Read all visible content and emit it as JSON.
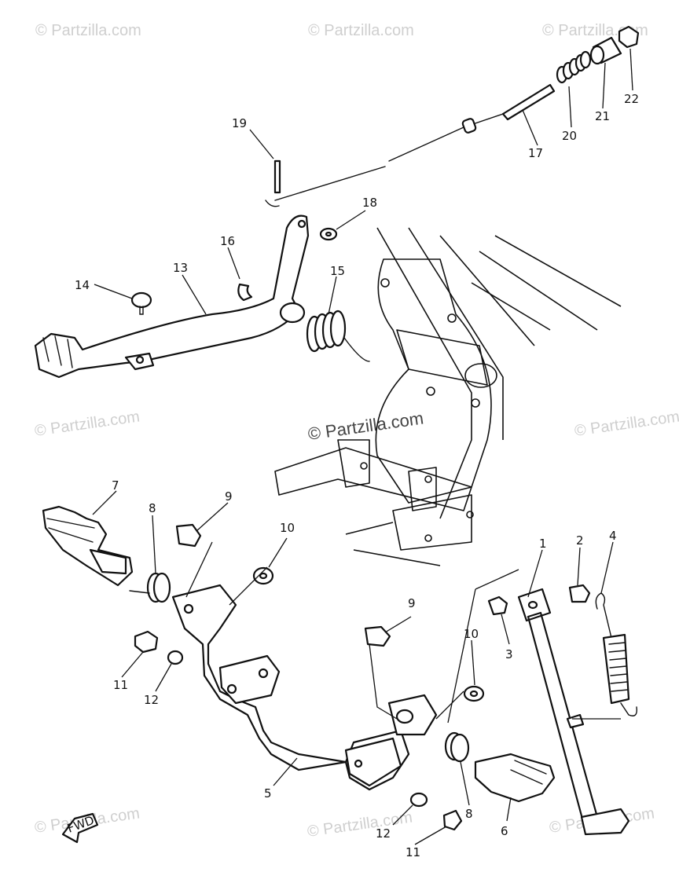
{
  "watermarks": [
    {
      "text": "© Partzilla.com",
      "variant": "corner"
    },
    {
      "text": "© Partzilla.com",
      "variant": "corner"
    },
    {
      "text": "© Partzilla.com",
      "variant": "corner"
    },
    {
      "text": "© Partzilla.com",
      "variant": "corner"
    },
    {
      "text": "© Partzilla.com",
      "variant": "center"
    },
    {
      "text": "© Partzilla.com",
      "variant": "corner"
    },
    {
      "text": "© Partzilla.com",
      "variant": "corner"
    },
    {
      "text": "© Partzilla.com",
      "variant": "corner"
    },
    {
      "text": "© Partzilla.com",
      "variant": "corner"
    }
  ],
  "callouts": [
    {
      "text": "1"
    },
    {
      "text": "2"
    },
    {
      "text": "3"
    },
    {
      "text": "4"
    },
    {
      "text": "5"
    },
    {
      "text": "6"
    },
    {
      "text": "7"
    },
    {
      "text": "8"
    },
    {
      "text": "8"
    },
    {
      "text": "9"
    },
    {
      "text": "9"
    },
    {
      "text": "10"
    },
    {
      "text": "10"
    },
    {
      "text": "11"
    },
    {
      "text": "11"
    },
    {
      "text": "12"
    },
    {
      "text": "12"
    },
    {
      "text": "13"
    },
    {
      "text": "14"
    },
    {
      "text": "15"
    },
    {
      "text": "16"
    },
    {
      "text": "17"
    },
    {
      "text": "18"
    },
    {
      "text": "19"
    },
    {
      "text": "20"
    },
    {
      "text": "21"
    },
    {
      "text": "22"
    }
  ],
  "fwd_label": "FWD"
}
